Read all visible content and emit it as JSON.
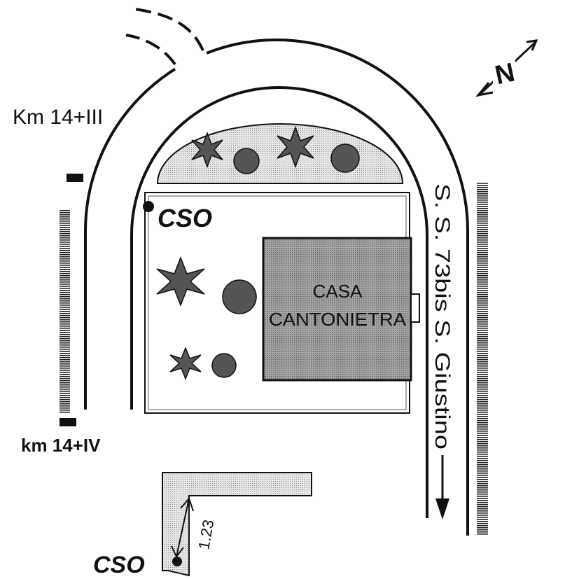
{
  "labels": {
    "km_upper": "Km 14+III",
    "km_lower": "km 14+IV",
    "cso_top": "CSO",
    "cso_bottom": "CSO",
    "house_line1": "CASA",
    "house_line2": "CANTONIETRA",
    "road_name": "S. S. 73bis  S. Giustino",
    "dimension": "1.23",
    "north": "N"
  },
  "colors": {
    "ink": "#111111",
    "fill_gray": "#9a9a9a",
    "light_fill": "#d8d8d8"
  }
}
